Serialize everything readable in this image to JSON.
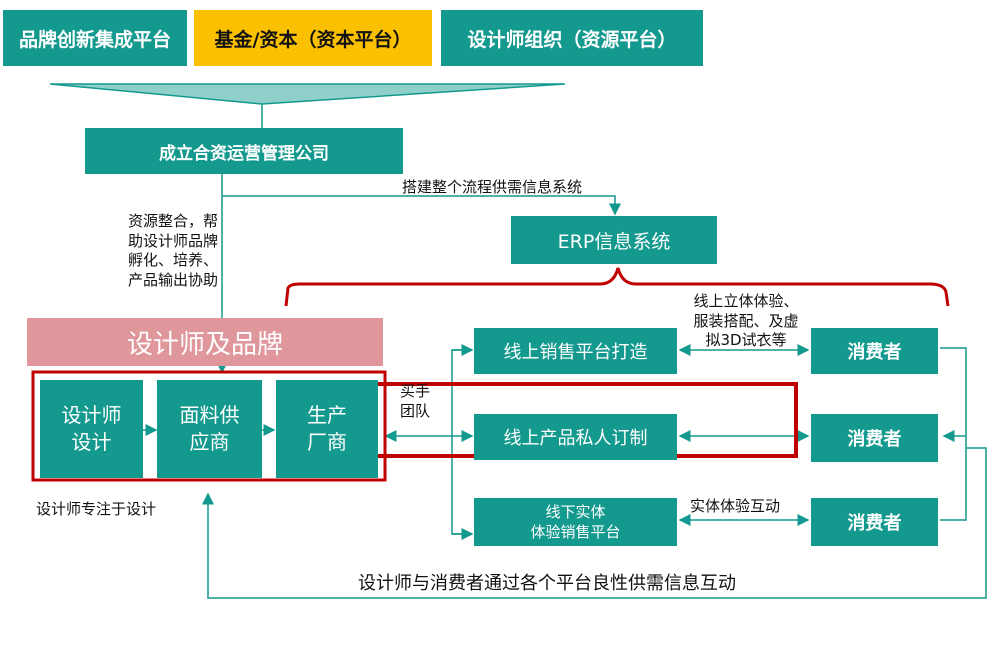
{
  "top_platforms": {
    "brand": "品牌创新集成平台",
    "capital": "基金/资本（资本平台）",
    "designer_org": "设计师组织（资源平台）"
  },
  "jv_company": "成立合资运营管理公司",
  "label_resources": "资源整合，帮\n助设计师品牌\n孵化、培养、\n产品输出协助",
  "label_info_system": "搭建整个流程供需信息系统",
  "erp": "ERP信息系统",
  "designer_brand": "设计师及品牌",
  "designer_design": "设计师\n设计",
  "fabric_supplier": "面料供\n应商",
  "factory": "生产\n厂商",
  "label_focus": "设计师专注于设计",
  "label_buyer_team": "买手\n团队",
  "online_platform": "线上销售平台打造",
  "online_custom": "线上产品私人订制",
  "offline_platform": "线下实体\n体验销售平台",
  "consumer": "消费者",
  "label_online_features": "线上立体体验、\n服装搭配、及虚\n拟3D试衣等",
  "label_offline_interaction": "实体体验互动",
  "label_bottom": "设计师与消费者通过各个平台良性供需信息互动",
  "colors": {
    "teal": "#14998f",
    "gold": "#fbc000",
    "pink": "#e0979c",
    "red_outline": "#c00000"
  }
}
